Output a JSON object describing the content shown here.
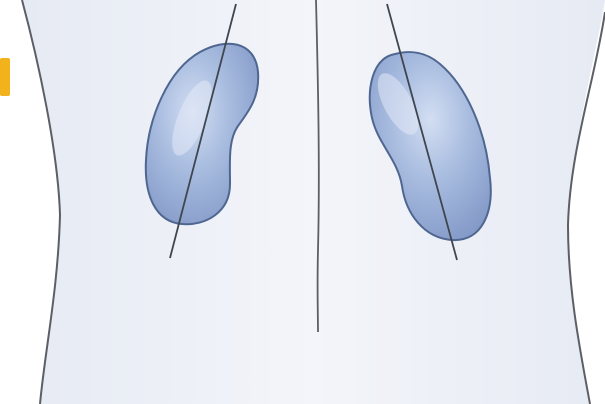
{
  "diagram": {
    "subject": "kidneys-posterior-view",
    "colors": {
      "background": "#ffffff",
      "torso_fill": "#eef1f8",
      "torso_outline": "#5c5f66",
      "kidney_fill": "#9db3d9",
      "kidney_highlight": "#c9d6ee",
      "kidney_outline": "#4f6690",
      "axis_line": "#3f4650",
      "marker": "#f2b21b"
    },
    "elements": [
      "torso-outline",
      "spine-midline",
      "left-kidney",
      "right-kidney",
      "left-kidney-axis-line",
      "right-kidney-axis-line",
      "edge-marker"
    ]
  }
}
